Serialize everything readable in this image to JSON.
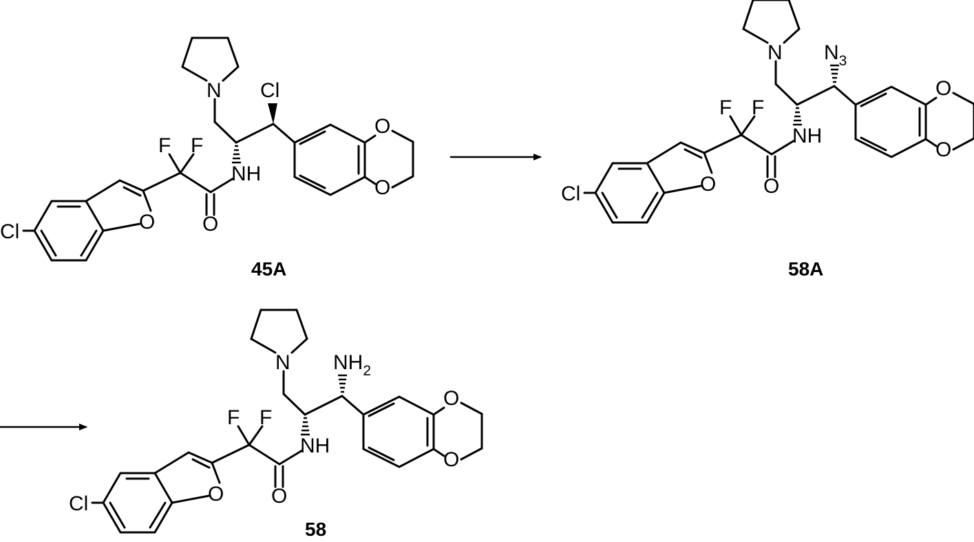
{
  "compounds": [
    {
      "label": "45A",
      "substituent": "Cl",
      "stereo": "wedge"
    },
    {
      "label": "58A",
      "substituent": "N",
      "substituent_sub": "3",
      "stereo": "hash"
    },
    {
      "label": "58",
      "substituent": "NH",
      "substituent_sub": "2",
      "stereo": "hash"
    }
  ],
  "atoms": {
    "N": "N",
    "NH": "NH",
    "O": "O",
    "F": "F",
    "Cl": "Cl"
  },
  "arrows": 2,
  "colors": {
    "ink": "#000000",
    "background": "#ffffff"
  }
}
